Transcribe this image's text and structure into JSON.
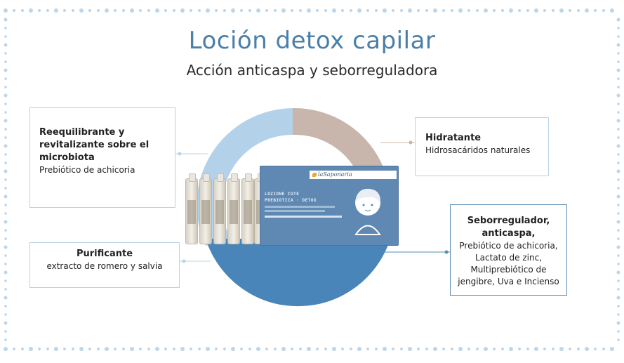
{
  "title": "Loción detox capilar",
  "subtitle": "Acción anticaspa y seborreguladora",
  "colors": {
    "title": "#4a7fa8",
    "dots": "#bcd6ea",
    "ring_light_blue": "#b3d2ea",
    "ring_taupe": "#c8b5ac",
    "ring_blue": "#4a85ba",
    "box_border_light": "#b9d3e6",
    "box_border_dark": "#5a8db3"
  },
  "boxes": {
    "reequilibrante": {
      "heading": "Reequilibrante y revitalizante sobre el microbiota",
      "text": "Prebiótico de achicoria"
    },
    "hidratante": {
      "heading": "Hidratante",
      "text": "Hidrosacáridos naturales"
    },
    "purificante": {
      "heading": "Purificante",
      "text": "extracto de romero y salvia"
    },
    "seborregulador": {
      "heading": "Seborregulador, anticaspa,",
      "text": "Prebiótico de achicoria, Lactato de zinc, Multiprebiótico de jengibre, Uva e Incienso"
    }
  },
  "product": {
    "brand": "laSaponaria",
    "line1": "LOZIONE CUTE",
    "line2": "PREBIOTICA · DETOX"
  }
}
